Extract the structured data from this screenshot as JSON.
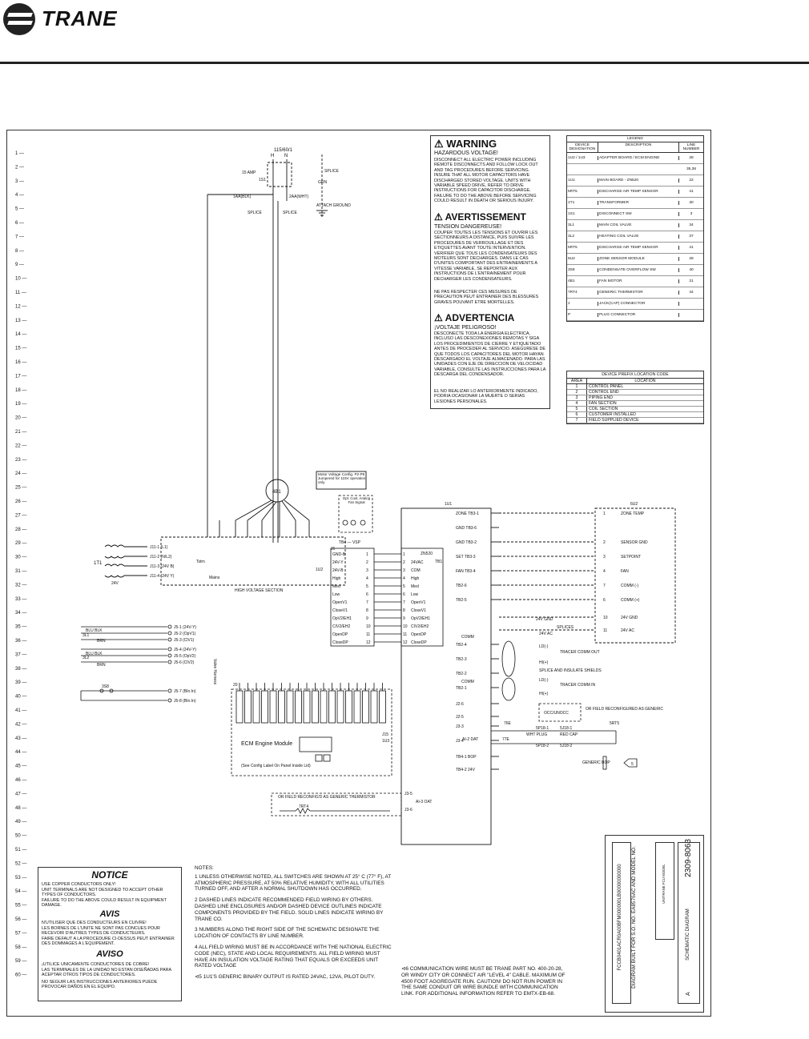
{
  "header": {
    "brand": "TRANE"
  },
  "line_numbers": [
    "1",
    "2",
    "3",
    "4",
    "5",
    "6",
    "7",
    "8",
    "9",
    "10",
    "11",
    "12",
    "13",
    "14",
    "15",
    "16",
    "17",
    "18",
    "19",
    "20",
    "21",
    "22",
    "23",
    "24",
    "25",
    "26",
    "27",
    "28",
    "29",
    "30",
    "31",
    "32",
    "33",
    "34",
    "35",
    "36",
    "37",
    "38",
    "39",
    "40",
    "41",
    "42",
    "43",
    "44",
    "45",
    "46",
    "47",
    "48",
    "49",
    "50",
    "51",
    "52",
    "53",
    "54",
    "55",
    "56",
    "57",
    "58",
    "59",
    "60"
  ],
  "power": {
    "voltage": "115/60/1",
    "h": "H",
    "n": "N",
    "amp": "15 AMP",
    "switch": "1S1",
    "wire_blk": "1AA(BLK)",
    "wire_wht": "2AA(WHT)",
    "splice_l": "SPLICE",
    "splice_r": "SPLICE",
    "splice_g": "SPLICE",
    "grn": "GRN",
    "attach": "ATTACH GROUND"
  },
  "warning": {
    "title": "WARNING",
    "subtitle": "HAZARDOUS VOLTAGE!",
    "body1": "DISCONNECT ALL ELECTRIC POWER INCLUDING REMOTE DISCONNECTS AND FOLLOW LOCK OUT AND TAG PROCEDURES BEFORE SERVICING. INSURE THAT ALL MOTOR CAPACITORS HAVE DISCHARGED STORED VOLTAGE. UNITS WITH VARIABLE SPEED DRIVE, REFER TO DRIVE INSTRUCTIONS FOR CAPACITOR DISCHARGE.",
    "body2": "FAILURE TO DO THE ABOVE BEFORE SERVICING COULD RESULT IN DEATH OR SERIOUS INJURY.",
    "fr_title": "AVERTISSEMENT",
    "fr_subtitle": "TENSION DANGEREUSE!",
    "fr_body1": "COUPER TOUTES LES TENSIONS ET OUVRIR LES SECTIONNEURS A DISTANCE, PUIS SUIVRE LES PROCEDURES DE VERROUILLAGE ET DES ETIQUETTES AVANT TOUTE INTERVENTION. VERIFIER QUE TOUS LES CONDENSATEURS DES MOTEURS SONT DECHARGES. DANS LE CAS D'UNITES COMPORTANT DES ENTRAINEMENTS A VITESSE VARIABLE, SE REPORTER AUX INSTRUCTIONS DE L'ENTRAINEMENT POUR DECHARGER LES CONDENSATEURS.",
    "fr_body2": "NE PAS RESPECTER CES MESURES DE PRECAUTION PEUT ENTRAINER DES BLESSURES GRAVES POUVANT ETRE MORTELLES.",
    "es_title": "ADVERTENCIA",
    "es_subtitle": "¡VOLTAJE PELIGROSO!",
    "es_body1": "DESCONECTE TODA LA ENERGIA ELECTRICA, INCLUSO LAS DESCONEXIONES REMOTAS Y SIGA LOS PROCEDIMIENTOS DE CIERRE Y ETIQUETADO ANTES DE PROCEDER AL SERVICIO. ASEGURESE DE QUE TODOS LOS CAPACITORES DEL MOTOR HAYAN DESCARGADO EL VOLTAJE ALMACENADO. PARA LAS UNIDADES CON EJE DE DIRECCION DE VELOCIDAD VARIABLE, CONSULTE LAS INSTRUCCIONES PARA LA DESCARGA DEL CONDENSADOR.",
    "es_body2": "EL NO REALIZAR LO ANTERIORMENTE INDICADO, PODRIA OCASIONAR LA MUERTE O SERIAS LESIONES PERSONALES."
  },
  "legend": {
    "title": "LEGEND",
    "col1": "DEVICE DESIGNATION",
    "col2": "DESCRIPTION",
    "col3": "LINE NUMBER",
    "rows": [
      [
        "1U2 / 1U3",
        "ADAPTER BOARD / ECM ENGINE",
        "28"
      ],
      [
        "",
        "",
        "35,36"
      ],
      [
        "1U1",
        "MAIN BOARD - ZN520",
        "22"
      ],
      [
        "5RT5",
        "DISCHARGE AIR TEMP SENSOR",
        "41"
      ],
      [
        "1T1",
        "TRANSFORMER",
        "30"
      ],
      [
        "1S1",
        "DISCONNECT SW",
        "3"
      ],
      [
        "3L1",
        "MAIN COIL VALVE",
        "34"
      ],
      [
        "3L2",
        "HEATING COIL VALVE",
        "37"
      ],
      [
        "5RT5",
        "DISCHARGE AIR TEMP SENSOR",
        "41"
      ],
      [
        "6U2",
        "ZONE SENSOR MODULE",
        "28"
      ],
      [
        "3S8",
        "CONDENSATE OVERFLOW SW",
        "40"
      ],
      [
        "4B1",
        "FAN MOTOR",
        "21"
      ],
      [
        "7RT4",
        "GENERIC THERMISTOR",
        "44"
      ],
      [
        "J",
        "JACK(CAP) CONNECTOR",
        ""
      ],
      [
        "P",
        "PLUG CONNECTOR",
        ""
      ]
    ]
  },
  "prefix": {
    "title": "DEVICE PREFIX LOCATION CODE",
    "col1": "AREA",
    "col2": "LOCATION",
    "rows": [
      [
        "1",
        "CONTROL PANEL"
      ],
      [
        "2",
        "CONTROL END"
      ],
      [
        "3",
        "PIPING END"
      ],
      [
        "4",
        "FAN SECTION"
      ],
      [
        "5",
        "COIL SECTION"
      ],
      [
        "6",
        "CUSTOMER INSTALLED"
      ],
      [
        "7",
        "FIELD SUPPLIED DEVICE"
      ]
    ]
  },
  "motor_config": "Motor Voltage Config. P2-P6 Jumpered for 115V operation only",
  "motor_label": "4B1",
  "transformer": {
    "label": "1T1",
    "v": "24V",
    "terms": [
      "J11-1 (L1)",
      "J11-2 (N/L2)",
      "J11-3 (24V B)",
      "J11-4 (24V Y)"
    ],
    "side": "Tstrn",
    "mains": "Mains"
  },
  "hv_section": "HIGH VOLTAGE SECTION",
  "u2_label": "1U2",
  "tb4_label": "TB4 — VSP",
  "j1_label": "J1",
  "analog": "Opt. Cust. Analog Fan Signal",
  "adapter_left": [
    "GND-B",
    "24V-Y",
    "24V-B",
    "High",
    "Med",
    "Low",
    "OpenV1",
    "CloseV1",
    "OpV2/EH1",
    "CIV2/EH2",
    "OpenDP",
    "CloseDP"
  ],
  "adapter_nums": [
    "1",
    "2",
    "3",
    "4",
    "5",
    "6",
    "7",
    "8",
    "9",
    "10",
    "11",
    "12"
  ],
  "adapter_right": [
    "24VAC",
    "COM",
    "High",
    "Med",
    "Low",
    "OpenV1",
    "CloseV1",
    "OpV2/EH1",
    "CIV2/EH2",
    "OpenDP",
    "CloseDP"
  ],
  "zn520": "ZN520",
  "tb1": "TB1",
  "valves": {
    "v1": "3L1",
    "v2": "3L2",
    "blu_blk": "BLU BLK",
    "brn": "BRN",
    "j5": [
      "J5-1 (24V-Y)",
      "J5-2 (OpV1)",
      "J5-3 (ClV1)",
      "J5-4 (24V-Y)",
      "J5-5 (OpV2)",
      "J5-6 (ClV2)",
      "J5-7 (BIn.In)",
      "J5-8 (BIn.In)"
    ],
    "side": "Valve Harness",
    "s8": "3S8"
  },
  "ecm": {
    "label_20": "20",
    "title": "ECM Engine Module",
    "sub": "(See Config Label On Panel Inside Lid)",
    "u3": "1U3",
    "j15": "J15"
  },
  "u1_label": "1U1",
  "u1_terms": [
    "ZONE TB3-1",
    "GND TB3-6",
    "GND TB3-2",
    "SET TB3-3",
    "FAN TB3-4",
    "TB2-6",
    "TB2-5",
    "TB2-4",
    "TB2-3",
    "TB2-2",
    "TB2-1",
    "J2-6",
    "J2-5",
    "J3-3",
    "J3-4",
    "TB4-1 BOP",
    "TB4-2 24V"
  ],
  "comm": "COMM",
  "u2b_label": "6U2",
  "u2b_terms": [
    [
      "1",
      "ZONE TEMP"
    ],
    [
      "2",
      "SENSOR GND"
    ],
    [
      "3",
      "SETPOINT"
    ],
    [
      "4",
      "FAN"
    ],
    [
      "7",
      "COMM (-)"
    ],
    [
      "6",
      "COMM (+)"
    ],
    [
      "10",
      "24V GND"
    ],
    [
      "11",
      "24V AC"
    ]
  ],
  "splices": "SPLICES",
  "v24gnd": "24V GND",
  "v24ac": "24V AC",
  "tracer": {
    "out": "TRACER COMM OUT",
    "in": "TRACER COMM IN",
    "splice_shield": "SPLICE AND INSULATE SHIELDS",
    "ld_neg": "LD(-)",
    "hi_pos": "HI(+)"
  },
  "occ": "OCC/UNOCC",
  "field_reconf": "OR FIELD RECONFIGURED AS GENERIC",
  "dat": {
    "label": "5RT5",
    "wht": "WHT PLUG",
    "red": "RED CAP",
    "j76": "76E",
    "j77": "77E",
    "p18_1": "5P18-1",
    "p18_2": "5P18-2",
    "j18_1": "5J18-1",
    "j18_2": "5J18-2",
    "ai2": "AI-2 DAT"
  },
  "bop": "GENERIC BOP",
  "bop_note": "5",
  "thermistor": {
    "text": "OR FIELD RECONFIG'D AS GENERIC THERMISTOR",
    "label": "7RT4",
    "j3_5": "J3-5",
    "ai3": "AI-3 OAT",
    "j3_6": "J3-6"
  },
  "notice": {
    "title": "NOTICE",
    "t1": "USE COPPER CONDUCTORS ONLY!",
    "t2": "UNIT TERMINALS ARE NOT DESIGNED TO ACCEPT OTHER TYPES OF CONDUCTORS.",
    "t3": "FAILURE TO DO THE ABOVE COULD RESULT IN EQUIPMENT DAMAGE.",
    "avis": "AVIS",
    "a1": "N'UTILISER QUE DES CONDUCTEURS EN CUIVRE!",
    "a2": "LES BORNES DE L'UNITE NE SONT PAS CONCUES POUR RECEVOIR D'AUTRES TYPES DE CONDUCTEURS.",
    "a3": "FAIRE DEFAUT A LA PROCEDURE CI-DESSUS PEUT ENTRAINER DES DOMMAGES A L'EQUIPEMENT.",
    "aviso": "AVISO",
    "s1": "¡UTILICE UNICAMENTE CONDUCTORES DE COBRE!",
    "s2": "LAS TERMINALES DE LA UNIDAD NO ESTAN DISEÑADAS PARA ACEPTAR OTROS TIPOS DE CONDUCTORES.",
    "s3": "NO SEGUIR LAS INSTRUCCIONES ANTERIORES PUEDE PROVOCAR DAÑOS EN EL EQUIPO."
  },
  "notes": {
    "title": "NOTES:",
    "n1": "1  UNLESS OTHERWISE NOTED, ALL SWITCHES ARE SHOWN AT 25° C (77° F), AT ATMOSPHERIC PRESSURE, AT 50% RELATIVE HUMIDITY, WITH ALL UTILITIES TURNED OFF, AND AFTER A NORMAL SHUTDOWN HAS OCCURRED.",
    "n2": "2  DASHED LINES INDICATE RECOMMENDED FIELD WIRING BY OTHERS. DASHED LINE ENCLOSURES AND/OR DASHED DEVICE OUTLINES INDICATE COMPONENTS PROVIDED BY THE FIELD. SOLID LINES INDICATE WIRING BY TRANE CO.",
    "n3": "3  NUMBERS ALONG THE RIGHT SIDE OF THE SCHEMATIC DESIGNATE THE LOCATION OF CONTACTS BY LINE NUMBER.",
    "n4": "4  ALL FIELD WIRING MUST BE IN ACCORDANCE WITH THE NATIONAL ELECTRIC CODE (NEC), STATE AND LOCAL REQUIREMENTS. ALL FIELD WIRING MUST HAVE AN INSULATION VOLTAGE RATING THAT EQUALS OR EXCEEDS UNIT RATED VOLTAGE",
    "n5": "1U1'S GENERIC BINARY OUTPUT IS RATED 24VAC, 12VA, PILOT DUTY.",
    "n6": "COMMUNICATION WIRE MUST BE TRANE PART NO. 400-20-28, OR WINDY CITY OR CONNECT AIR \"LEVEL 4\" CABLE. MAXIMUM OF 4500 FOOT AGGREGATE RUN. CAUTION! DO NOT RUN POWER IN THE SAME CONDUIT OR WIRE BUNDLE WITH COMMUNICATION LINK. FOR ADDITIONAL INFORMATION REFER TO EMTX-EB-68."
  },
  "title_block": {
    "built_for": "DIAGRAM BUILT FOR S.O. NO. EA8576AC AND MODEL NO.",
    "model": "FCCB0401ACR0A00BFM000000LB00000000000",
    "drawing_no": "2309-8063",
    "desc": "SCHEMATIC DIAGRAM",
    "sub": "UNITRANE FCU MODEL",
    "rev": "A"
  }
}
